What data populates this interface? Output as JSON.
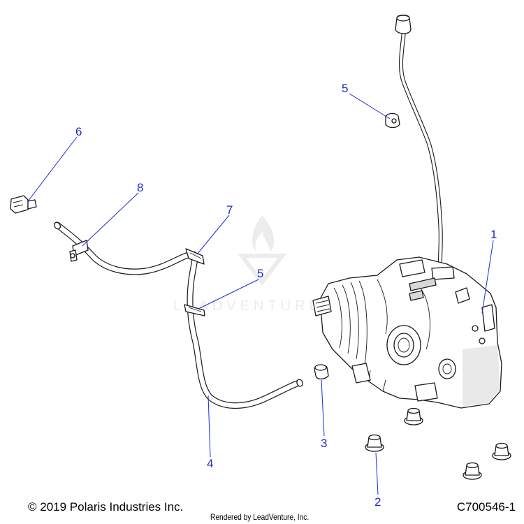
{
  "colors": {
    "callout": "#1a2bd6",
    "line_art": "#1a1a1a",
    "watermark": "#ececec"
  },
  "watermark": {
    "text": "LEADVENTURE",
    "icon": "flame-logo-icon"
  },
  "callouts": [
    {
      "id": "1",
      "label": "1"
    },
    {
      "id": "2",
      "label": "2"
    },
    {
      "id": "3",
      "label": "3"
    },
    {
      "id": "4",
      "label": "4"
    },
    {
      "id": "5a",
      "label": "5"
    },
    {
      "id": "5b",
      "label": "5"
    },
    {
      "id": "6",
      "label": "6"
    },
    {
      "id": "7",
      "label": "7"
    },
    {
      "id": "8",
      "label": "8"
    }
  ],
  "footer": {
    "copyright": "© 2019 Polaris Industries Inc.",
    "rendered_by": "Rendered by LeadVenture, Inc.",
    "drawing_id": "C700546-1"
  }
}
